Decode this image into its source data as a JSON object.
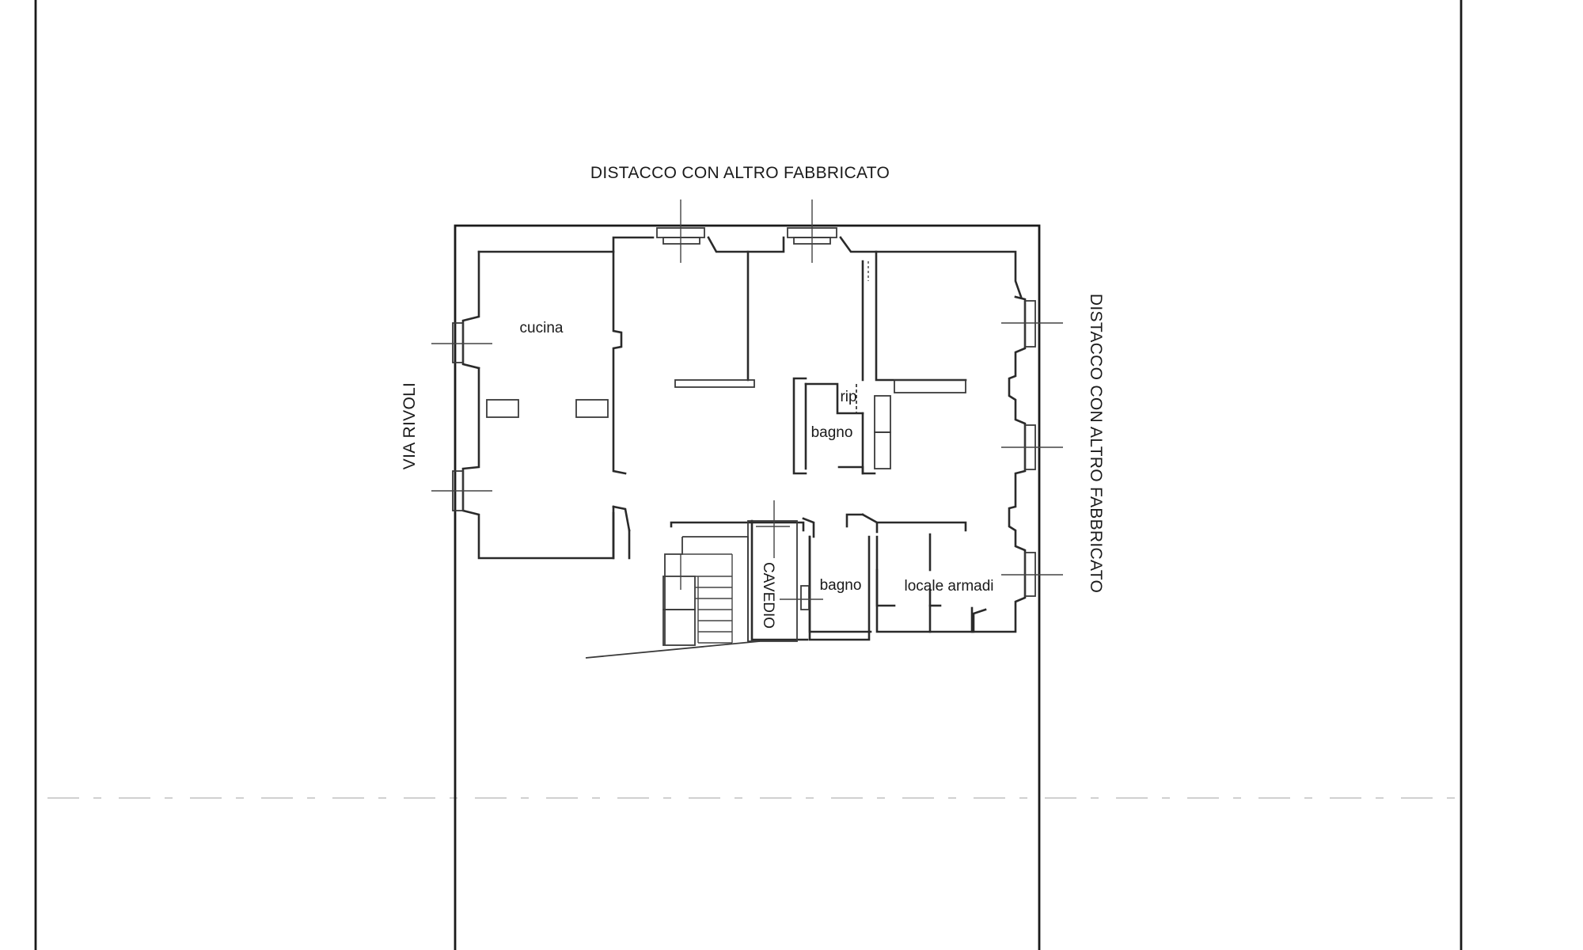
{
  "labels": {
    "top_neighbour": "DISTACCO CON ALTRO FABBRICATO",
    "right_neighbour": "DISTACCO CON ALTRO FABBRICATO",
    "street": "VIA RIVOLI",
    "shaft": "CAVEDIO"
  },
  "rooms": {
    "kitchen": "cucina",
    "storage": "rip",
    "bathroom_1": "bagno",
    "bathroom_2": "bagno",
    "wardrobe": "locale armadi"
  }
}
